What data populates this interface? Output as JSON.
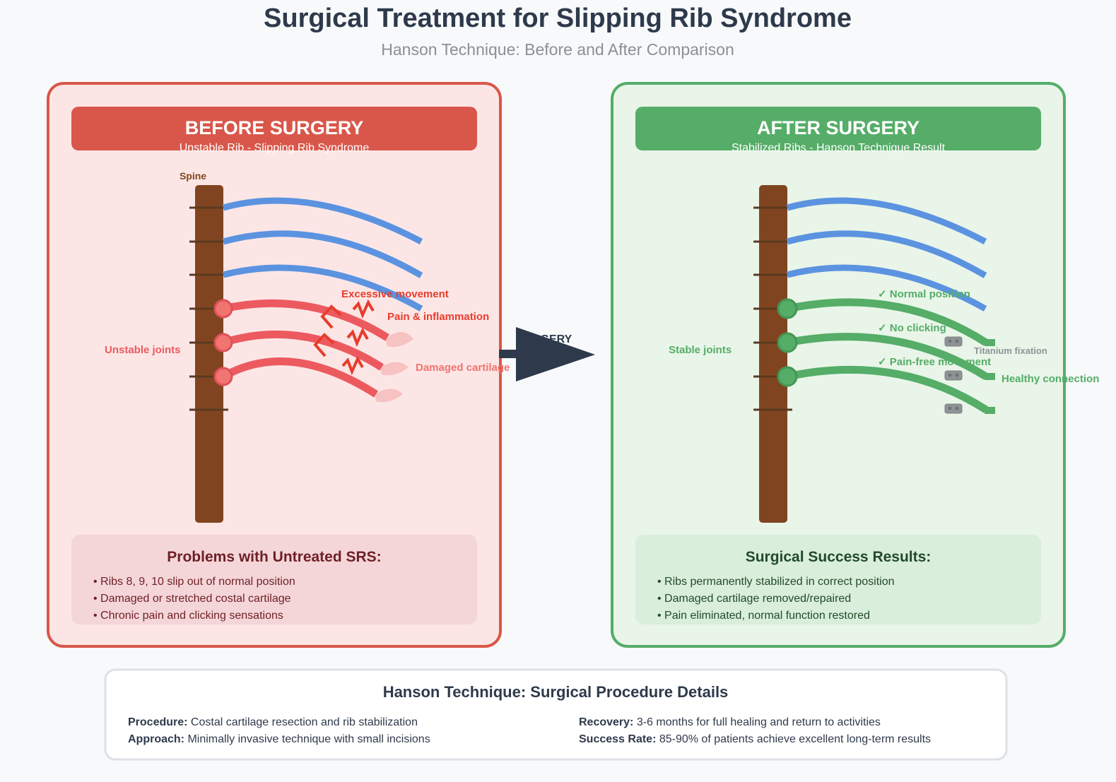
{
  "title": "Surgical Treatment for Slipping Rib Syndrome",
  "subtitle": "Hanson Technique: Before and After Comparison",
  "colors": {
    "before": "#d9574a",
    "after": "#55ad68",
    "spine": "#804520",
    "normal_rib": "#5b93e0",
    "problem_rib": "#ec5a60",
    "arrow": "#2e3a4b"
  },
  "before": {
    "header": "BEFORE SURGERY",
    "subheader": "Unstable Rib - Slipping Rib Syndrome",
    "spine_label": "Spine",
    "joints_label": "Unstable joints",
    "annotations": [
      "Excessive movement",
      "Pain & inflammation",
      "Damaged cartilage"
    ],
    "box_title": "Problems with Untreated SRS:",
    "items": [
      "• Ribs 8, 9, 10 slip out of normal position",
      "• Damaged or stretched costal cartilage",
      "• Chronic pain and clicking sensations"
    ]
  },
  "arrow_label": "SURGERY",
  "after": {
    "header": "AFTER SURGERY",
    "subheader": "Stabilized Ribs - Hanson Technique Result",
    "joints_label": "Stable joints",
    "annotations": [
      "✓ Normal position",
      "✓ No clicking",
      "✓ Pain-free movement",
      "Titanium fixation",
      "Healthy connection"
    ],
    "box_title": "Surgical Success Results:",
    "items": [
      "• Ribs permanently stabilized in correct position",
      "• Damaged cartilage removed/repaired",
      "• Pain eliminated, normal function restored"
    ]
  },
  "details": {
    "title": "Hanson Technique: Surgical Procedure Details",
    "rows": [
      {
        "label": "Procedure:",
        "text": " Costal cartilage resection and rib stabilization"
      },
      {
        "label": "Approach:",
        "text": " Minimally invasive technique with small incisions"
      },
      {
        "label": "Recovery:",
        "text": " 3-6 months for full healing and return to activities"
      },
      {
        "label": "Success Rate:",
        "text": " 85-90% of patients achieve excellent long-term results"
      }
    ]
  }
}
